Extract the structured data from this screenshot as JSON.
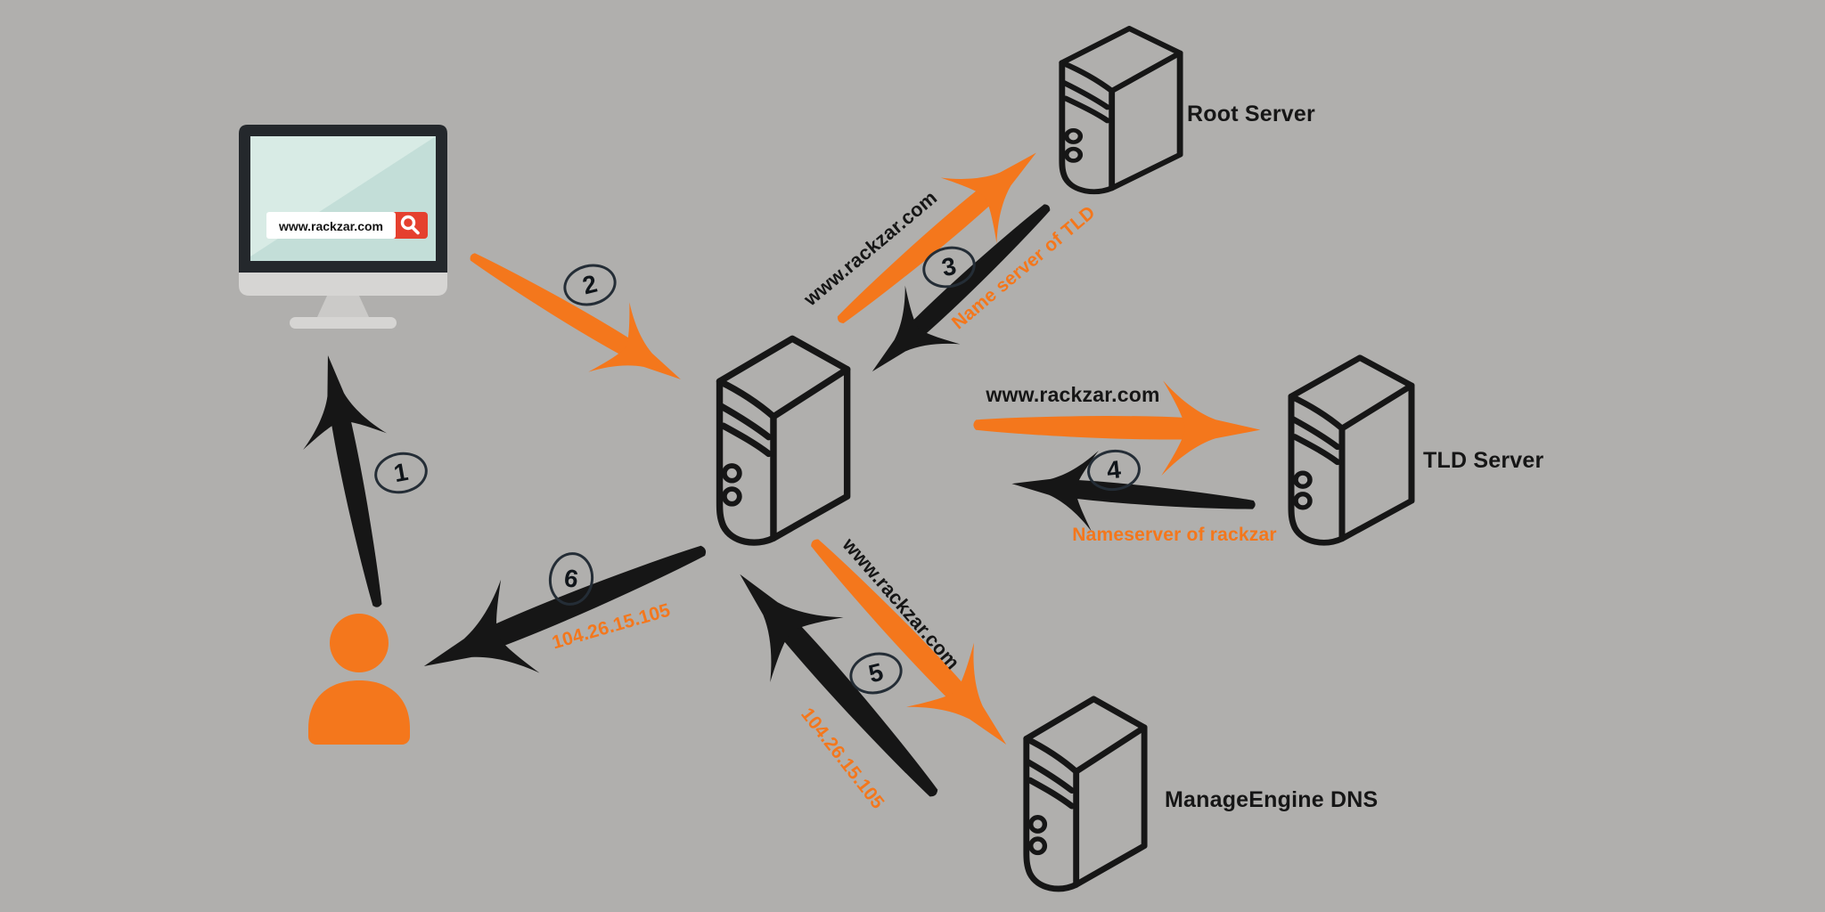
{
  "diagram": {
    "search": {
      "value": "www.rackzar.com"
    },
    "nodes": {
      "root": {
        "label": "Root Server"
      },
      "tld": {
        "label": "TLD Server"
      },
      "auth": {
        "label": "ManageEngine DNS"
      }
    },
    "steps": [
      "1",
      "2",
      "3",
      "4",
      "5",
      "6"
    ],
    "labels": {
      "query_root": "www.rackzar.com",
      "response_root": "Name server of TLD",
      "query_tld": "www.rackzar.com",
      "response_tld": "Nameserver of rackzar",
      "query_auth": "www.rackzar.com",
      "response_auth": "104.26.15.105",
      "response_user": "104.26.15.105"
    },
    "icons": {
      "user": "user-icon",
      "browser": "monitor-icon",
      "resolver": "server-tower-icon",
      "search": "magnifier-icon"
    },
    "colors": {
      "accent_orange": "#F4771C",
      "ink_black": "#161616",
      "search_button_red": "#E5402E",
      "screen_teal": "#C3DED8"
    }
  }
}
